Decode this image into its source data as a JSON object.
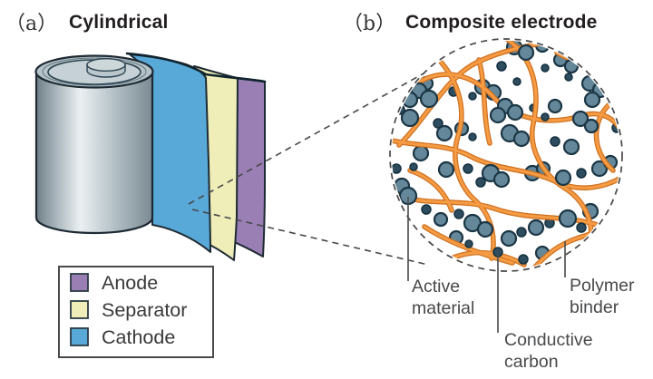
{
  "panel_a": {
    "index_label": "（a）",
    "title": "Cylindrical"
  },
  "panel_b": {
    "index_label": "（b）",
    "title": "Composite electrode"
  },
  "legend": {
    "items": [
      {
        "label": "Anode",
        "color": "#9a7fb5"
      },
      {
        "label": "Separator",
        "color": "#f0eeb8"
      },
      {
        "label": "Cathode",
        "color": "#58a9d8"
      }
    ]
  },
  "callouts": {
    "active_material": {
      "line1": "Active",
      "line2": "material"
    },
    "conductive_carbon": {
      "line1": "Conductive",
      "line2": "carbon"
    },
    "polymer_binder": {
      "line1": "Polymer",
      "line2": "binder"
    }
  },
  "icons": {
    "lens": "magnifier-dashed-circle-icon"
  },
  "colors": {
    "title_text": "#221e1f",
    "panel_index": "#333333",
    "label_text": "#48494b",
    "legend_text": "#39393b",
    "legend_border": "#4a4a4c",
    "anode": "#9a7fb5",
    "separator": "#f0eeb8",
    "cathode": "#58a9d8",
    "outline": "#1e2a33",
    "binder_outer": "#cf6f1e",
    "binder_inner": "#f49b43",
    "particle": "#648799",
    "particle_outline": "#1b3645",
    "carbon": "#2d4c5e",
    "dash": "#48484a",
    "pointer_line": "#515254"
  }
}
